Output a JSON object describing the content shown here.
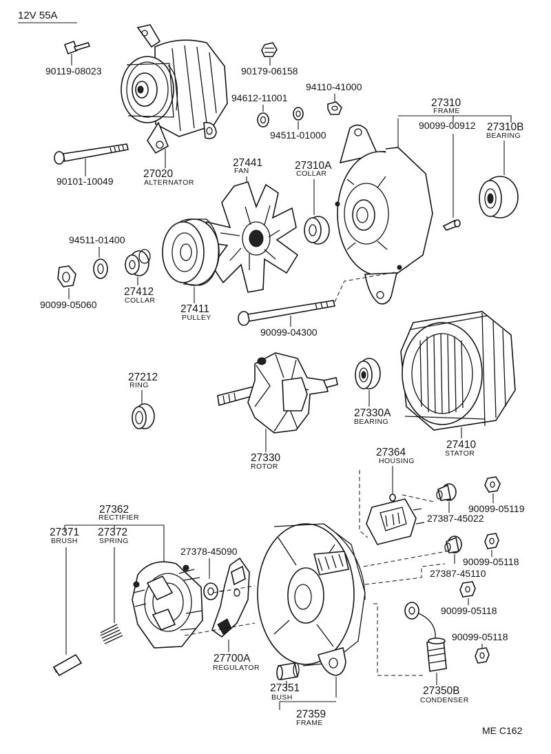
{
  "header": {
    "title": "12V 55A"
  },
  "footer": {
    "code": "ME  C162"
  },
  "parts": {
    "p90119": {
      "number": "90119-08023"
    },
    "p90179": {
      "number": "90179-06158"
    },
    "p94612": {
      "number": "94612-11001"
    },
    "p94110": {
      "number": "94110-41000"
    },
    "p94511a": {
      "number": "94511-01000"
    },
    "p27310": {
      "number": "27310",
      "name": "FRAME"
    },
    "p90099_00912": {
      "number": "90099-00912"
    },
    "p27310b": {
      "number": "27310B",
      "name": "BEARING"
    },
    "p27020": {
      "number": "27020",
      "name": "ALTERNATOR"
    },
    "p90101": {
      "number": "90101-10049"
    },
    "p27441": {
      "number": "27441",
      "name": "FAN"
    },
    "p27310a": {
      "number": "27310A",
      "name": "COLLAR"
    },
    "p94511b": {
      "number": "94511-01400"
    },
    "p90099_05060": {
      "number": "90099-05060"
    },
    "p27412": {
      "number": "27412",
      "name": "COLLAR"
    },
    "p27411": {
      "number": "27411",
      "name": "PULLEY"
    },
    "p90099_04300": {
      "number": "90099-04300"
    },
    "p27212": {
      "number": "27212",
      "name": "RING"
    },
    "p27330": {
      "number": "27330",
      "name": "ROTOR"
    },
    "p27330a": {
      "number": "27330A",
      "name": "BEARING"
    },
    "p27410": {
      "number": "27410",
      "name": "STATOR"
    },
    "p27364": {
      "number": "27364",
      "name": "HOUSING"
    },
    "p27387_45022": {
      "number": "27387-45022"
    },
    "p90099_05119": {
      "number": "90099-05119"
    },
    "p27362": {
      "number": "27362",
      "name": "RECTIFIER"
    },
    "p27371": {
      "number": "27371",
      "name": "BRUSH"
    },
    "p27372": {
      "number": "27372",
      "name": "SPRING"
    },
    "p27378": {
      "number": "27378-45090"
    },
    "p90099_05118a": {
      "number": "90099-05118"
    },
    "p27387_45110": {
      "number": "27387-45110"
    },
    "p90099_05118b": {
      "number": "90099-05118"
    },
    "p90099_05118c": {
      "number": "90099-05118"
    },
    "p27700a": {
      "number": "27700A",
      "name": "REGULATOR"
    },
    "p27351": {
      "number": "27351",
      "name": "BUSH"
    },
    "p27359": {
      "number": "27359",
      "name": "FRAME"
    },
    "p27350b": {
      "number": "27350B",
      "name": "CONDENSER"
    }
  }
}
